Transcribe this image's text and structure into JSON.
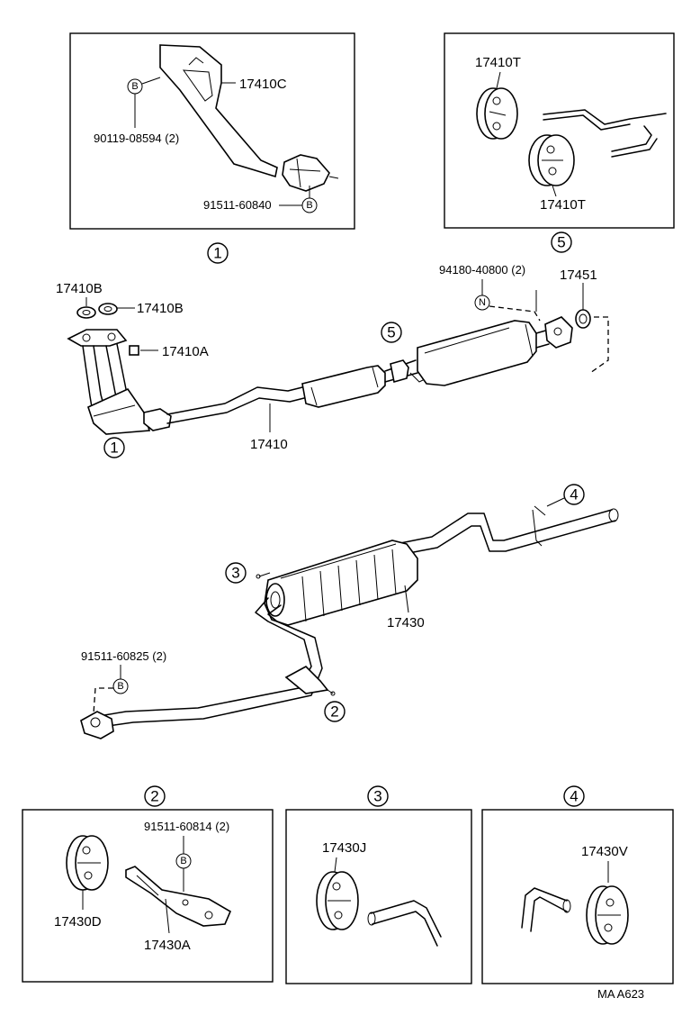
{
  "figure_code": "MA  A623",
  "callouts": [
    "1",
    "2",
    "3",
    "4",
    "5"
  ],
  "detail_1": {
    "callout": "1",
    "part_bracket": "17410C",
    "bolt": "90119-08594 (2)",
    "nut": "91511-60840",
    "badge": "B"
  },
  "detail_5": {
    "callout": "5",
    "hanger_top": "17410T",
    "hanger_bottom": "17410T"
  },
  "front_pipe_group": {
    "gasket_a": "17410B",
    "gasket_b": "17410B",
    "nut": "17410A",
    "pipe": "17410",
    "bolt": "94180-40800 (2)",
    "gasket_rear": "17451",
    "badge": "N",
    "callout_front": "1",
    "callout_mid": "5"
  },
  "tail_pipe_group": {
    "muffler": "17430",
    "bolt": "91511-60825 (2)",
    "badge": "B",
    "callout_2": "2",
    "callout_3": "3",
    "callout_4": "4"
  },
  "detail_2": {
    "callout": "2",
    "bolt": "91511-60814 (2)",
    "hanger": "17430D",
    "bracket": "17430A",
    "badge": "B"
  },
  "detail_3": {
    "callout": "3",
    "hanger": "17430J"
  },
  "detail_4": {
    "callout": "4",
    "hanger": "17430V"
  }
}
